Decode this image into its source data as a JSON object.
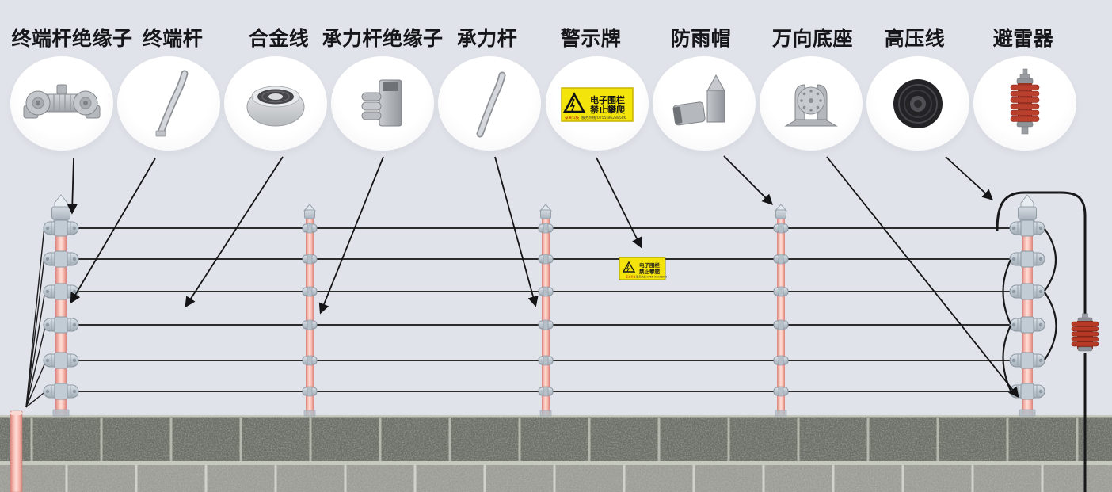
{
  "legend": {
    "items": [
      {
        "label": "终端杆绝缘子",
        "icon": "terminal-pole-insulator-photo"
      },
      {
        "label": "终端杆",
        "icon": "terminal-pole-photo"
      },
      {
        "label": "合金线",
        "icon": "alloy-wire-photo"
      },
      {
        "label": "承力杆绝缘子",
        "icon": "bearing-pole-insulator-photo"
      },
      {
        "label": "承力杆",
        "icon": "bearing-pole-photo"
      },
      {
        "label": "警示牌",
        "icon": "warning-sign-photo"
      },
      {
        "label": "防雨帽",
        "icon": "rain-cap-photo"
      },
      {
        "label": "万向底座",
        "icon": "universal-base-photo"
      },
      {
        "label": "高压线",
        "icon": "high-voltage-cable-photo"
      },
      {
        "label": "避雷器",
        "icon": "lightning-arrester-photo"
      }
    ]
  },
  "warning_sign": {
    "line1": "电子围栏",
    "line2": "禁止攀爬",
    "footer_brand": "泰关科技",
    "footer_hotline": "服务热线:0755-86238586"
  },
  "fence": {
    "wire_rows": 6,
    "terminal_posts": 2,
    "intermediate_posts": 3
  },
  "colors": {
    "background": "#e1e3ea",
    "post_pink": "#f3b4ac",
    "sign_yellow": "#f4e40b",
    "arrester_red": "#b73a26",
    "wire": "#2b2b2b",
    "wall_cap": "#70746c",
    "wall_lower": "#a4a49e"
  }
}
